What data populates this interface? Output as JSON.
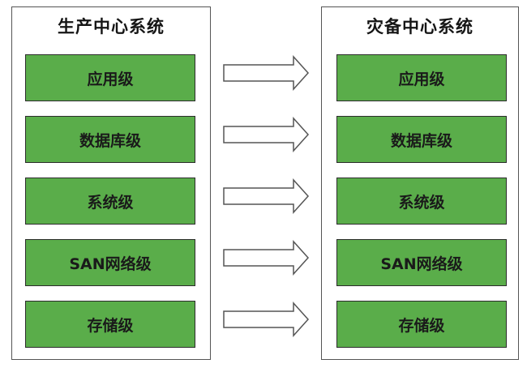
{
  "diagram": {
    "production": {
      "title": "生产中心系统",
      "tiers": [
        "应用级",
        "数据库级",
        "系统级",
        "SAN网络级",
        "存储级"
      ]
    },
    "disaster_recovery": {
      "title": "灾备中心系统",
      "tiers": [
        "应用级",
        "数据库级",
        "系统级",
        "SAN网络级",
        "存储级"
      ]
    },
    "arrow_count": 5,
    "colors": {
      "tier_fill": "#5aad4a",
      "tier_border": "#2c2c2c",
      "panel_border": "#555555",
      "arrow_fill": "#ffffff",
      "arrow_stroke": "#555555"
    }
  }
}
